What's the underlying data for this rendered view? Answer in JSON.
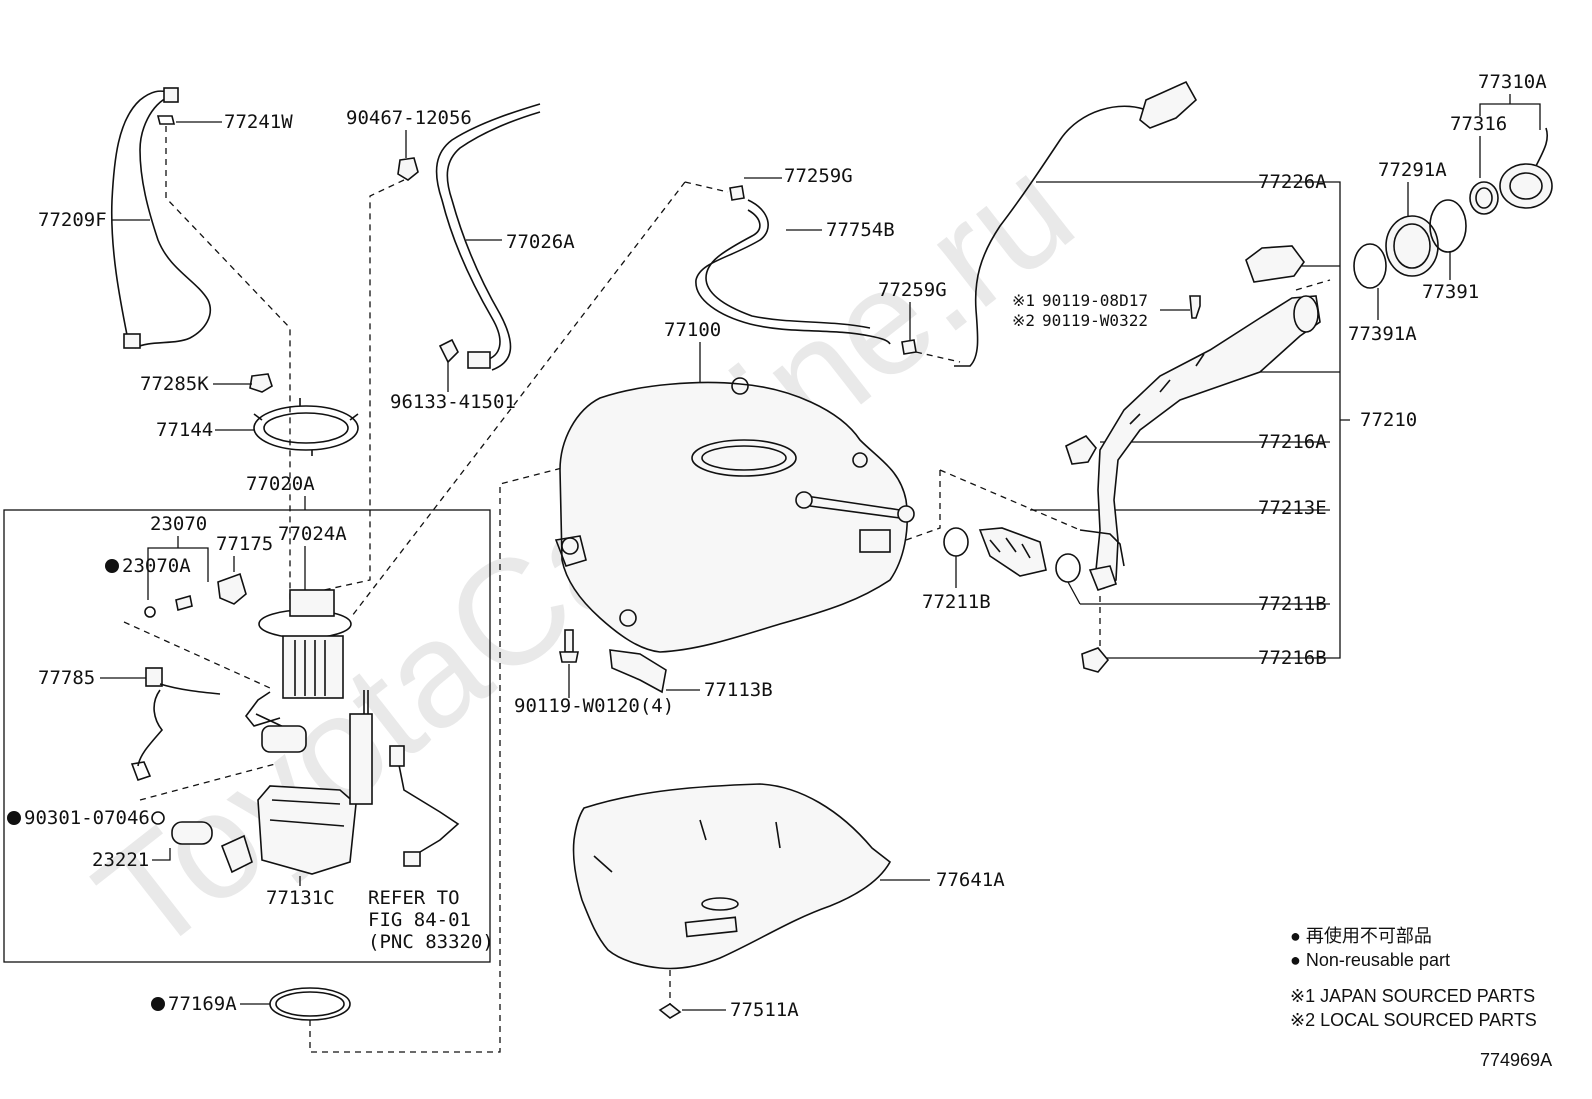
{
  "watermark": "ToyotaCarMine.ru",
  "figure_id": "774969A",
  "parts": {
    "p77241W": "77241W",
    "p77209F": "77209F",
    "p90467": "90467-12056",
    "p77026A": "77026A",
    "p96133": "96133-41501",
    "p77285K": "77285K",
    "p77144": "77144",
    "p77020A": "77020A",
    "p23070": "23070",
    "p23070A": "23070A",
    "p77175": "77175",
    "p77024A": "77024A",
    "p77785": "77785",
    "p90301": "90301-07046",
    "p23221": "23221",
    "p77131C": "77131C",
    "p77169A": "77169A",
    "p77259G_top": "77259G",
    "p77754B": "77754B",
    "p77259G_mid": "77259G",
    "p77100": "77100",
    "p90119_W0120": "90119-W0120(4)",
    "p77113B": "77113B",
    "p77641A": "77641A",
    "p77511A": "77511A",
    "p77226A": "77226A",
    "p77310A": "77310A",
    "p77316": "77316",
    "p77291A": "77291A",
    "p77391": "77391",
    "p77391A": "77391A",
    "p90119_08D17": "90119-08D17",
    "p90119_W0322": "90119-W0322",
    "p77210": "77210",
    "p77216A": "77216A",
    "p77213E": "77213E",
    "p77211B_left": "77211B",
    "p77211B_right": "77211B",
    "p77216B": "77216B"
  },
  "markers": {
    "ref1": "※1",
    "ref2": "※2"
  },
  "refer": {
    "line1": "REFER TO",
    "line2": "FIG 84-01",
    "line3": "(PNC 83320)"
  },
  "legend": {
    "jp": "● 再使用不可部品",
    "en": "● Non-reusable part",
    "note1": "※1 JAPAN SOURCED PARTS",
    "note2": "※2 LOCAL SOURCED PARTS"
  }
}
